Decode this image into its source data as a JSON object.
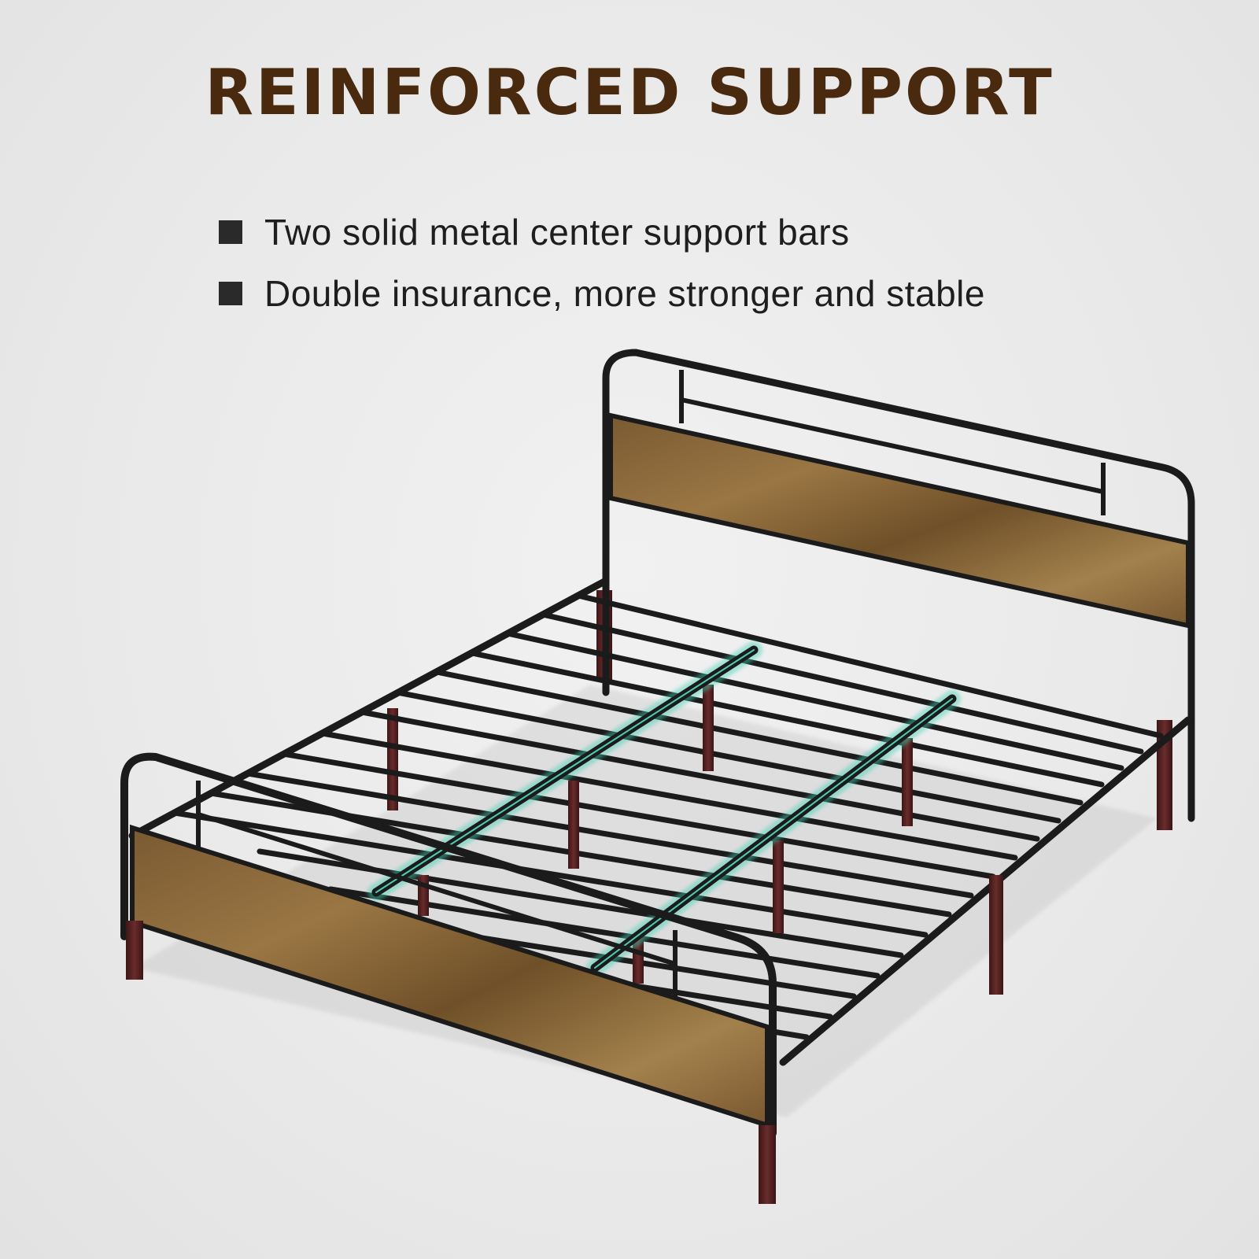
{
  "headline": "REINFORCED SUPPORT",
  "features": [
    "Two solid metal center support bars",
    "Double insurance, more stronger and stable"
  ],
  "colors": {
    "headline": "#4a2a0f",
    "text": "#1e1e1e",
    "bullet": "#2a2a2a",
    "frame": "#1b1b1b",
    "wood": "#8a6a3e",
    "legs": "#5a2424",
    "support_highlight": "#3fd1b5"
  },
  "icons": {
    "bullet": "square-bullet-icon"
  }
}
